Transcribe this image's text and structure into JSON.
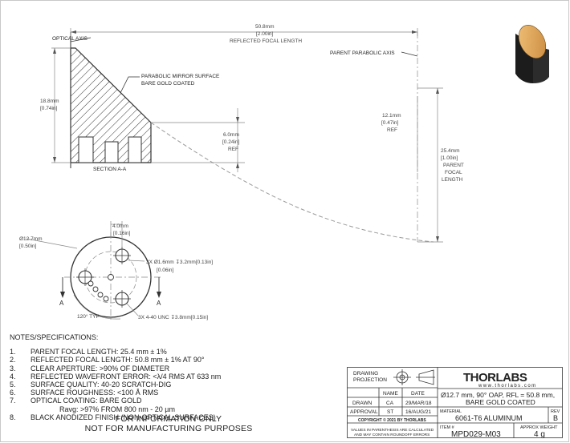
{
  "drawing": {
    "labels": {
      "optical_axis": "OPTICAL AXIS",
      "parent_parabolic_axis": "PARENT PARABOLIC AXIS",
      "mirror_surface_1": "PARABOLIC MIRROR SURFACE",
      "mirror_surface_2": "BARE GOLD COATED",
      "section": "SECTION A-A",
      "section_a_left": "A",
      "section_a_right": "A"
    },
    "dimensions": {
      "rfl_mm": "50.8mm",
      "rfl_in": "[2.00in]",
      "rfl_label": "REFLECTED FOCAL LENGTH",
      "height_mm": "18.8mm",
      "height_in": "[0.74in]",
      "ref6_mm": "6.0mm",
      "ref6_in": "[0.24in]",
      "ref6_label": "REF",
      "ref12_mm": "12.1mm",
      "ref12_in": "[0.47in]",
      "ref12_label": "REF",
      "pfl_mm": "25.4mm",
      "pfl_in": "[1.00in]",
      "pfl_l1": "PARENT",
      "pfl_l2": "FOCAL",
      "pfl_l3": "LENGTH",
      "dia_mm": "Ø12.7mm",
      "dia_in": "[0.50in]",
      "offset_mm": "4.0mm",
      "offset_in": "[0.16in]",
      "hole_l1": "3X Ø1.6mm ↧3.2mm[0.13in]",
      "hole_l2": "[0.06in]",
      "angle": "120° TYP",
      "thread": "3X 4-40 UNC ↧3.8mm[0.15in]"
    }
  },
  "notes": {
    "heading": "NOTES/SPECIFICATIONS:",
    "items": [
      {
        "num": "1.",
        "text": "PARENT FOCAL LENGTH: 25.4 mm ± 1%"
      },
      {
        "num": "2.",
        "text": "REFLECTED FOCAL LENGTH: 50.8 mm ± 1% AT 90°"
      },
      {
        "num": "3.",
        "text": "CLEAR APERTURE: >90% OF DIAMETER"
      },
      {
        "num": "4.",
        "text": "REFLECTED WAVEFRONT ERROR: <λ/4 RMS AT 633 nm"
      },
      {
        "num": "5.",
        "text": "SURFACE QUALITY: 40-20 SCRATCH-DIG"
      },
      {
        "num": "6.",
        "text": "SURFACE ROUGHNESS: <100 Å RMS"
      },
      {
        "num": "7.",
        "text": "OPTICAL COATING: BARE GOLD"
      }
    ],
    "ravg": "Ravg: >97% FROM 800 nm - 20 µm",
    "item8_num": "8.",
    "item8_text": "BLACK ANODIZED FINISH (NON-OPTICAL SURFACES)",
    "disclaimer_1": "FOR INFORMATION ONLY",
    "disclaimer_2": "NOT FOR MANUFACTURING PURPOSES"
  },
  "title_block": {
    "projection_l1": "DRAWING",
    "projection_l2": "PROJECTION",
    "col_name": "NAME",
    "col_date": "DATE",
    "drawn_label": "DRAWN",
    "drawn_name": "CA",
    "drawn_date": "29/MAR/18",
    "approval_label": "APPROVAL",
    "approval_name": "ST",
    "approval_date": "16/AUG/21",
    "copyright": "COPYRIGHT © 2021 BY THORLABS",
    "rounding_l1": "VALUES IN PARENTHESIS ARE CALCULATED",
    "rounding_l2": "AND MAY CONTAIN ROUNDOFF ERRORS",
    "brand": "THORLABS",
    "website": "www.thorlabs.com",
    "description_l1": "Ø12.7 mm, 90° OAP, RFL = 50.8 mm,",
    "description_l2": "BARE GOLD COATED",
    "material_label": "MATERIAL",
    "material": "6061-T6 ALUMINUM",
    "rev_label": "REV",
    "rev": "B",
    "item_label": "ITEM #",
    "item": "MPD029-M03",
    "weight_label": "APPROX WEIGHT",
    "weight": "4 g"
  },
  "colors": {
    "line": "#333333",
    "dim": "#777777",
    "gold": "#e2a85a",
    "body_black": "#1c1c1c"
  }
}
